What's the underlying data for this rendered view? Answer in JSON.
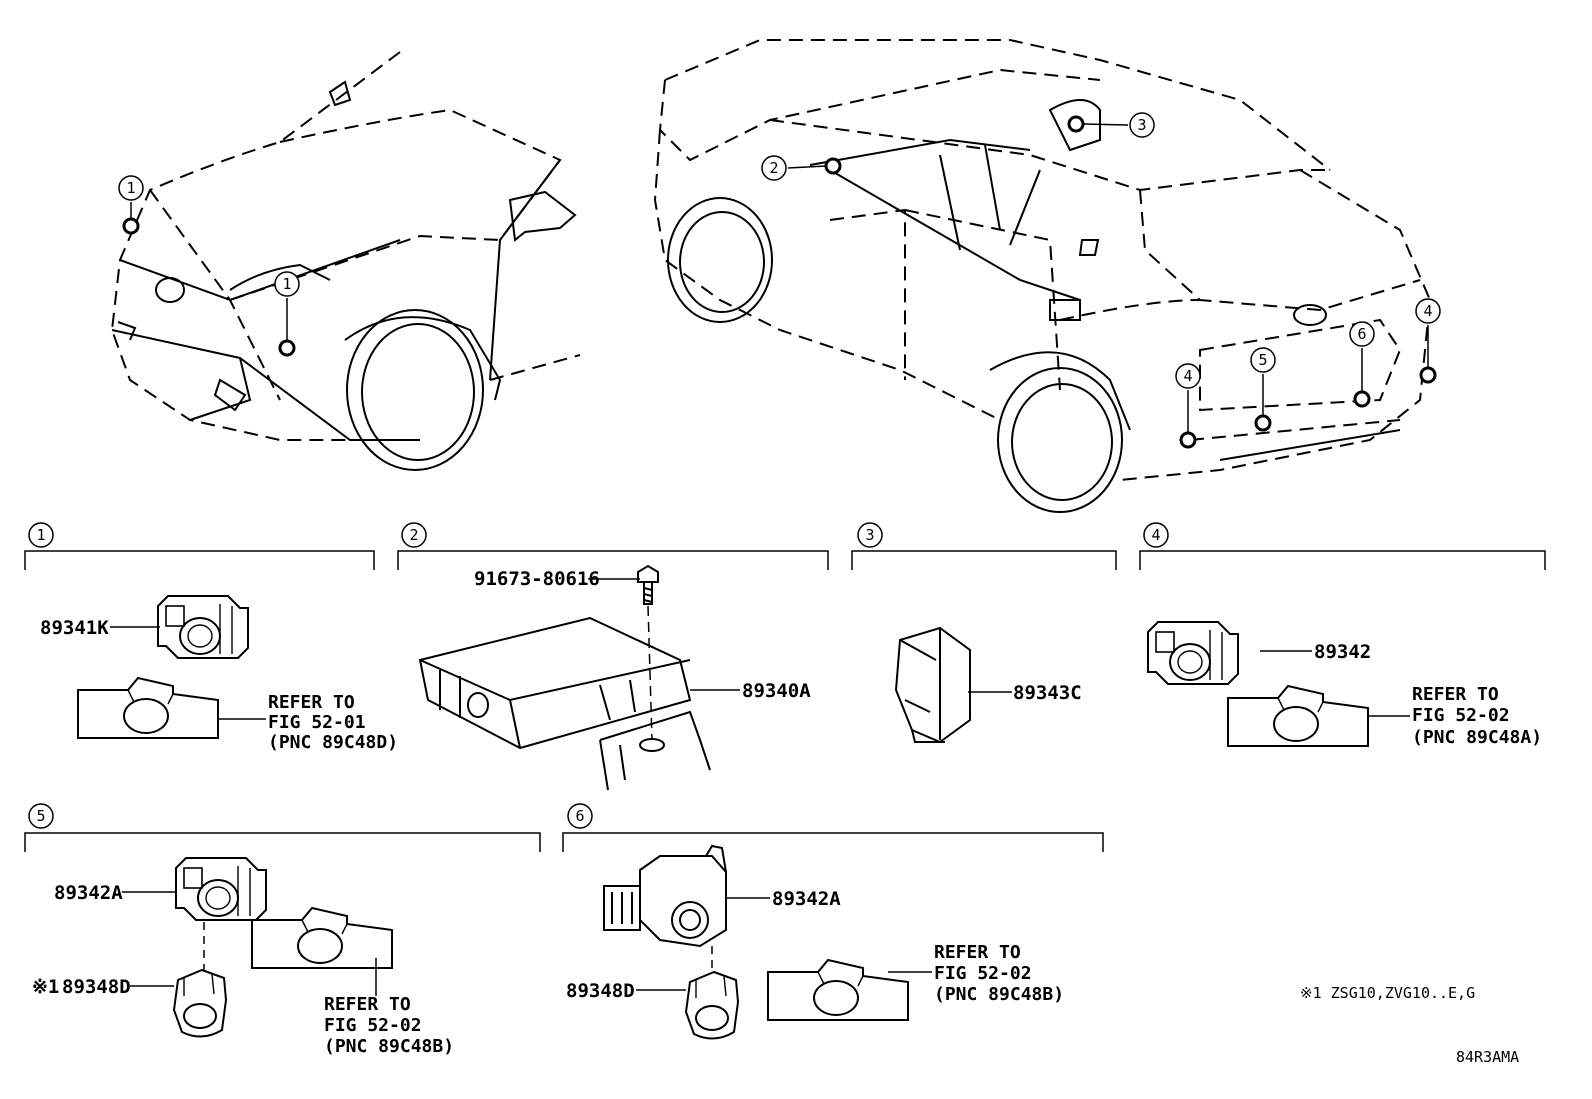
{
  "callouts": {
    "c1": "1",
    "c2": "2",
    "c3": "3",
    "c4": "4",
    "c5": "5",
    "c6": "6"
  },
  "parts": {
    "p89341K": "89341K",
    "p91673": "91673-80616",
    "p89340A": "89340A",
    "p89343C": "89343C",
    "p89342": "89342",
    "p89342A_5": "89342A",
    "p89348D_5": "89348D",
    "p89342A_6": "89342A",
    "p89348D_6": "89348D"
  },
  "refs": {
    "r1": [
      "REFER TO",
      "FIG 52-01",
      "(PNC 89C48D)"
    ],
    "r4": [
      "REFER TO",
      "FIG 52-02",
      "(PNC 89C48A)"
    ],
    "r5": [
      "REFER TO",
      "FIG 52-02",
      "(PNC 89C48B)"
    ],
    "r6": [
      "REFER TO",
      "FIG 52-02",
      "(PNC 89C48B)"
    ]
  },
  "notes": {
    "mark": "※1",
    "footnote": "※1 ZSG10,ZVG10..E,G",
    "code": "84R3AMA"
  }
}
